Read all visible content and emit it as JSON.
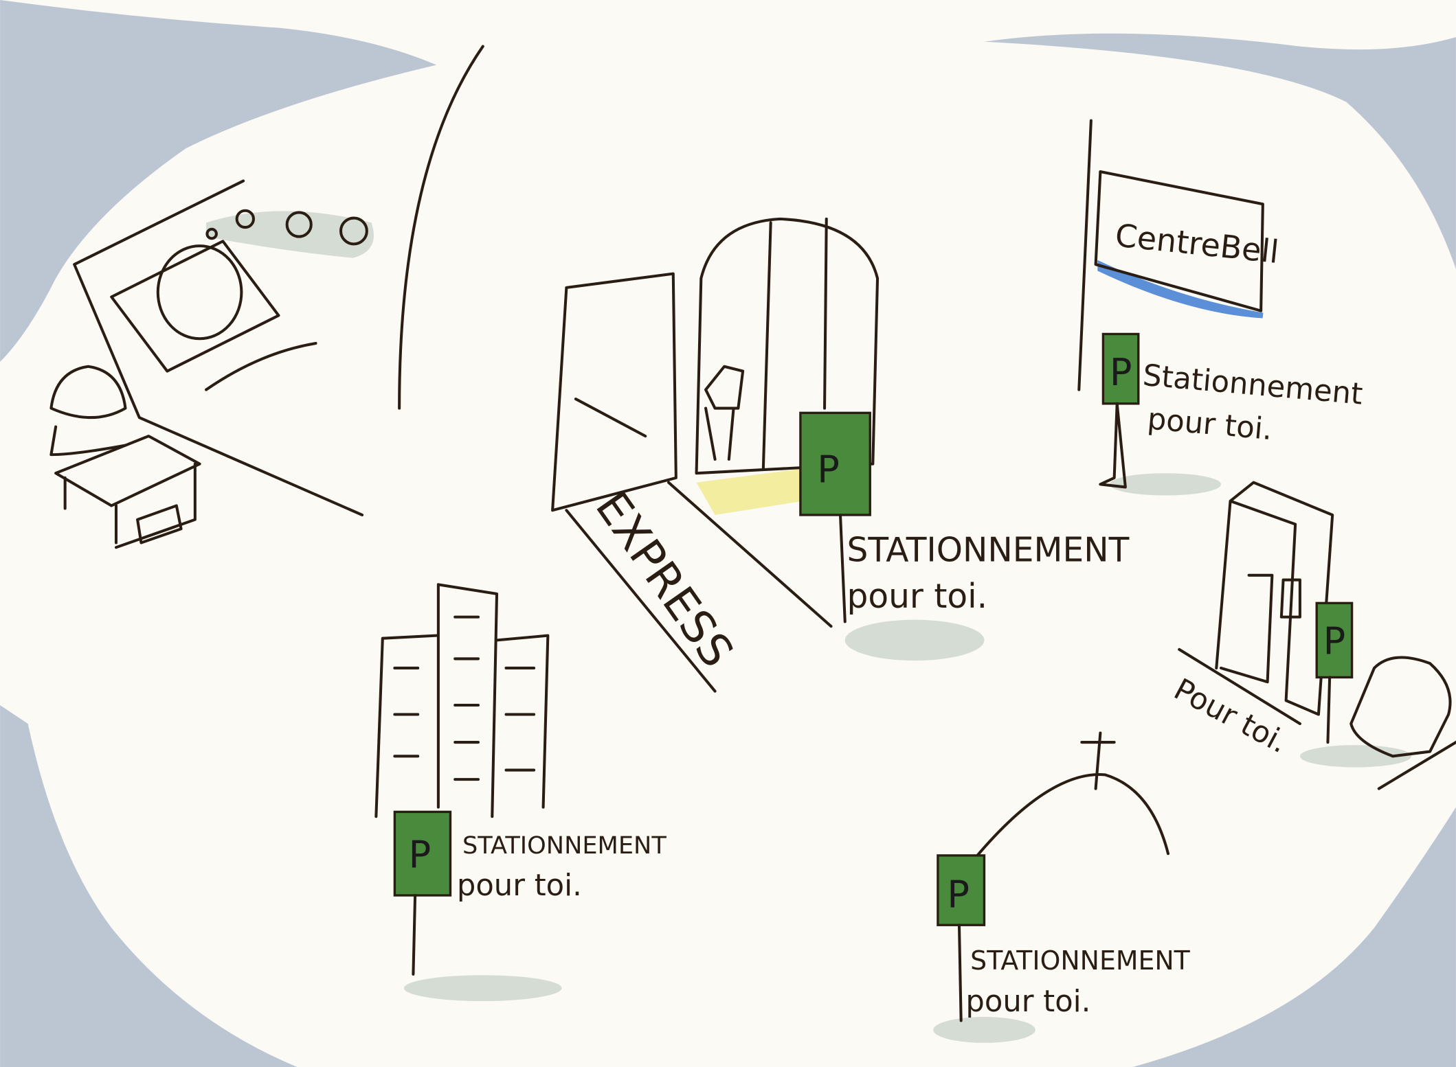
{
  "colors": {
    "background": "#fbfaf5",
    "frame": "#bcc6d3",
    "sign": "#4a8a3c",
    "ink": "#2a1e14",
    "arena_stripe": "#5b8fd8",
    "light": "#f3eda0"
  },
  "arena_sign": "CentreBell",
  "express_label": "EXPRESS",
  "parking_letter": "P",
  "captions": {
    "arena": [
      "Stationnement",
      "pour toi."
    ],
    "express": [
      "STATIONNEMENT",
      "pour toi."
    ],
    "towers": [
      "STATIONNEMENT",
      "pour toi."
    ],
    "church": [
      "STATIONNEMENT",
      "pour toi."
    ],
    "house": [
      "Pour toi."
    ]
  }
}
